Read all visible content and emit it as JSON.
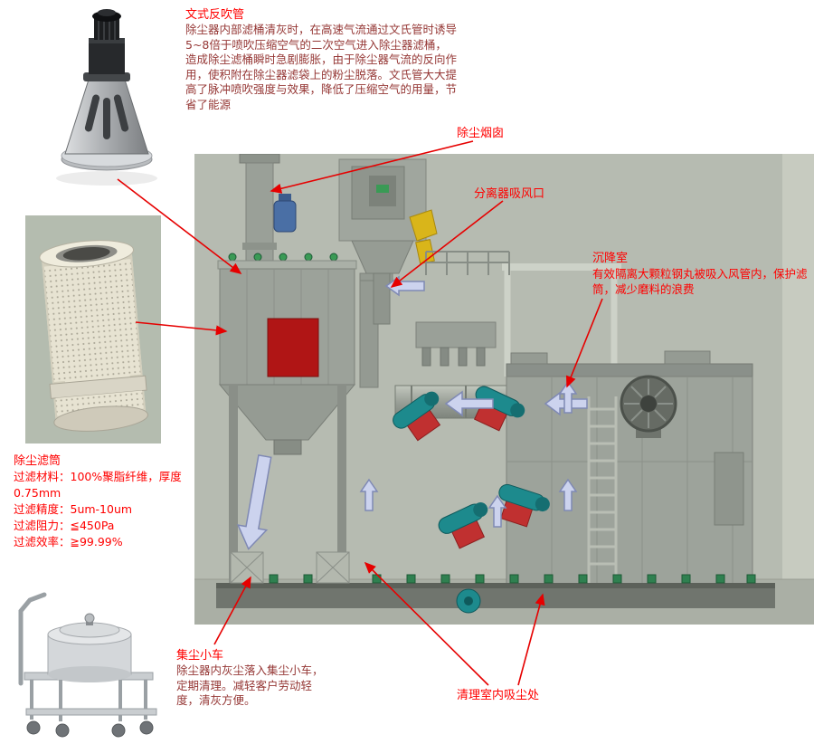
{
  "palette": {
    "label_red": "#ff0000",
    "body_maroon": "#953735",
    "leader_arrow_red": "#e60000",
    "airflow_arrow_fill": "#ccd3ee",
    "machine_teal": "#1d8a8d",
    "machine_red_panel": "#b01515",
    "machine_gray": "#9ca29a",
    "anchor_green": "#2f8050"
  },
  "callouts": {
    "venturi": {
      "title": "文式反吹管",
      "body": "除尘器内部滤桶清灰时，在高速气流通过文氏管时诱导5~8倍于喷吹压缩空气的二次空气进入除尘器滤桶，造成除尘滤桶瞬时急剧膨胀，由于除尘器气流的反向作用，使积附在除尘器滤袋上的粉尘脱落。文氏管大大提高了脉冲喷吹强度与效果，降低了压缩空气的用量，节省了能源"
    },
    "chimney": {
      "label": "除尘烟囱"
    },
    "separator_inlet": {
      "label": "分离器吸风口"
    },
    "settling_chamber": {
      "title": "沉降室",
      "body": "有效隔离大颗粒钢丸被吸入风管内，保护滤筒，减少磨料的浪费"
    },
    "filter_cartridge": {
      "title": "除尘滤筒",
      "specs": [
        "过滤材料：100%聚脂纤维，厚度",
        "0.75mm",
        "过滤精度：5um-10um",
        "过滤阻力：≦450Pa",
        "过滤效率：≧99.99%"
      ]
    },
    "dust_cart": {
      "title": "集尘小车",
      "body": "除尘器内灰尘落入集尘小车，定期清理。减轻客户劳动轻度，清灰方便。"
    },
    "cleaning_suction": {
      "label": "清理室内吸尘处"
    }
  }
}
